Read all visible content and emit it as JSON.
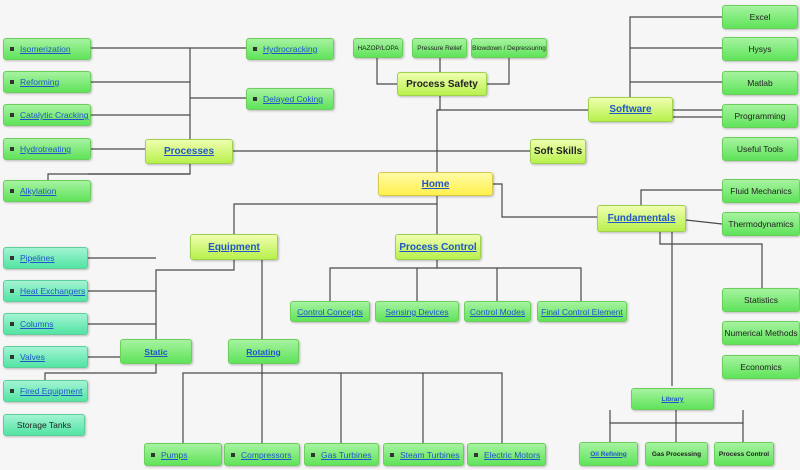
{
  "center": {
    "home": "Home"
  },
  "hubs": {
    "processes": "Processes",
    "process_safety": "Process Safety",
    "software": "Software",
    "soft_skills": "Soft Skills",
    "fundamentals": "Fundamentals",
    "equipment": "Equipment",
    "process_control": "Process Control",
    "static": "Static",
    "rotating": "Rotating",
    "library": "Library"
  },
  "processes_items": [
    "Isomerization",
    "Reforming",
    "Catalytic Cracking",
    "Hydrotreating",
    "Alkylation"
  ],
  "processes_right_items": [
    "Hydrocracking",
    "Delayed Coking"
  ],
  "safety_items": [
    "HAZOP/LOPA",
    "Pressure Relief",
    "Blowdown / Depressuring"
  ],
  "software_items": [
    "Excel",
    "Hysys",
    "Matlab",
    "Programming",
    "Useful Tools"
  ],
  "fundamentals_items": [
    "Fluid Mechanics",
    "Thermodynamics",
    "Statistics",
    "Numerical Methods",
    "Economics"
  ],
  "control_items": [
    "Control Concepts",
    "Sensing Devices",
    "Control Modes",
    "Final Control Element"
  ],
  "static_items": [
    "Pipelines",
    "Heat Exchangers",
    "Columns",
    "Valves",
    "Fired Equipment",
    "Storage Tanks"
  ],
  "rotating_items": [
    "Pumps",
    "Compressors",
    "Gas Turbines",
    "Steam Turbines",
    "Electric Motors"
  ],
  "library_items": [
    "Oil Refining",
    "Gas Processing",
    "Process Control"
  ]
}
